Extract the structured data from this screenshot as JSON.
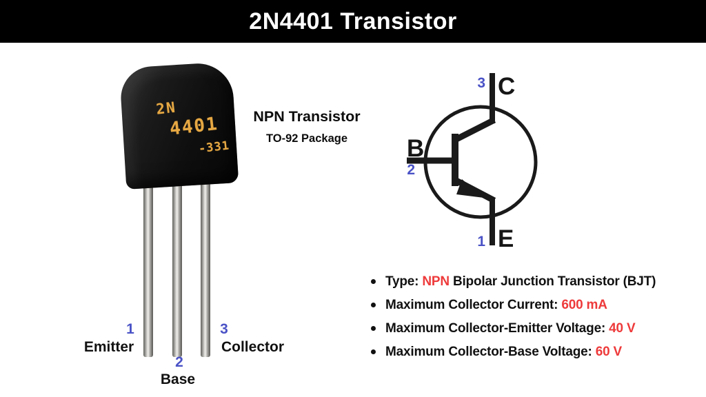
{
  "header": {
    "title": "2N4401 Transistor"
  },
  "caption": {
    "title": "NPN Transistor",
    "subtitle": "TO-92 Package"
  },
  "package_photo": {
    "markings": {
      "line1": "2N",
      "line2": "4401",
      "line3": "-331"
    },
    "pins": [
      {
        "number": "1",
        "name": "Emitter"
      },
      {
        "number": "2",
        "name": "Base"
      },
      {
        "number": "3",
        "name": "Collector"
      }
    ]
  },
  "symbol": {
    "type": "NPN BJT schematic symbol",
    "terminals": [
      {
        "letter": "C",
        "number": "3"
      },
      {
        "letter": "B",
        "number": "2"
      },
      {
        "letter": "E",
        "number": "1"
      }
    ]
  },
  "specs": {
    "items": [
      {
        "prefix": "Type: ",
        "value": "NPN",
        "suffix": " Bipolar Junction Transistor (BJT)"
      },
      {
        "prefix": "Maximum Collector Current: ",
        "value": "600 mA",
        "suffix": ""
      },
      {
        "prefix": "Maximum Collector-Emitter Voltage: ",
        "value": "40 V",
        "suffix": ""
      },
      {
        "prefix": "Maximum Collector-Base Voltage: ",
        "value": "60 V",
        "suffix": ""
      }
    ]
  },
  "colors": {
    "accent_red": "#ee3a3b",
    "accent_blue": "#4a52c6",
    "marking_gold": "#e6a843",
    "header_bg": "#000000"
  }
}
